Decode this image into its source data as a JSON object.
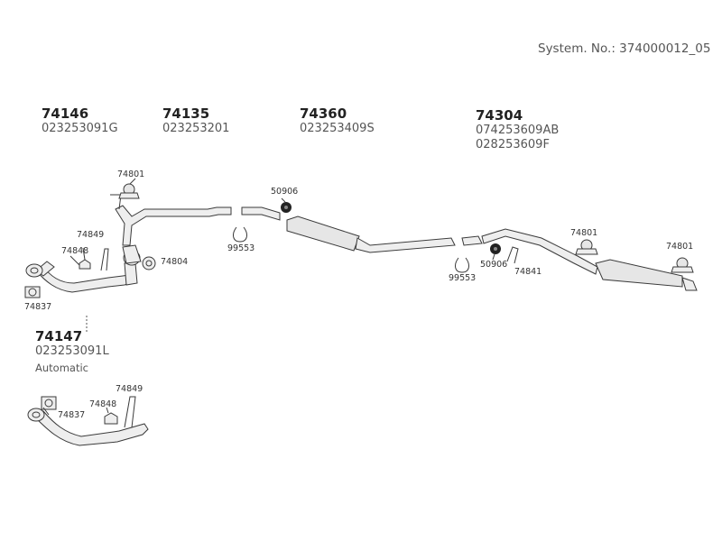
{
  "system_number": "System. No.: 374000012_05",
  "groups": [
    {
      "part": "74146",
      "oem": [
        "023253091G"
      ]
    },
    {
      "part": "74135",
      "oem": [
        "023253201"
      ]
    },
    {
      "part": "74360",
      "oem": [
        "023253409S"
      ]
    },
    {
      "part": "74304",
      "oem": [
        "074253609AB",
        "028253609F"
      ]
    },
    {
      "part": "74147",
      "oem": [
        "023253091L"
      ],
      "note": "Automatic"
    }
  ],
  "callouts": {
    "c1": "74801",
    "c2": "74849",
    "c3": "74848",
    "c4": "74804",
    "c5": "74837",
    "c6": "50906",
    "c7": "99553",
    "c8": "99553",
    "c9": "50906",
    "c10": "74841",
    "c11": "74801",
    "c12": "74801",
    "c13": "74849",
    "c14": "74848",
    "c15": "74837"
  }
}
